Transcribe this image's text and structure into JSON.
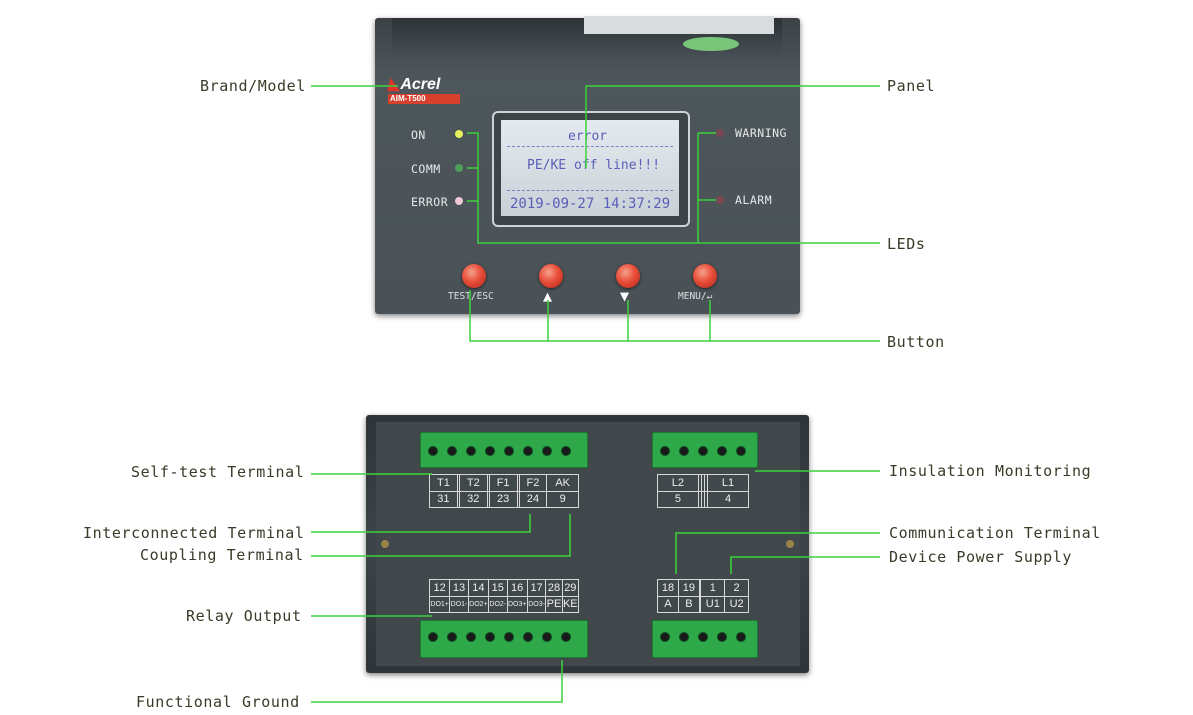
{
  "callouts": {
    "brand_model": "Brand/Model",
    "panel": "Panel",
    "leds": "LEDs",
    "button": "Button",
    "self_test": "Self-test Terminal",
    "interconnected": "Interconnected Terminal",
    "coupling": "Coupling Terminal",
    "relay_output": "Relay Output",
    "functional_ground": "Functional Ground",
    "insulation": "Insulation Monitoring",
    "communication": "Communication Terminal",
    "device_power": "Device Power Supply"
  },
  "device": {
    "brand": "Acrel",
    "model": "AIM-T500"
  },
  "leds": {
    "on": "ON",
    "comm": "COMM",
    "error": "ERROR",
    "warning": "WARNING",
    "alarm": "ALARM"
  },
  "lcd": {
    "title": "error",
    "message": "PE/KE off line!!!",
    "datetime": "2019-09-27  14:37:29"
  },
  "buttons": {
    "test": "TEST/ESC",
    "up": "▲",
    "down": "▼",
    "menu": "MENU/↵"
  },
  "terminals": {
    "top_left": {
      "row1": [
        "T1",
        "",
        "T2",
        "",
        "F1",
        "",
        "F2",
        "AK"
      ],
      "row2": [
        "31",
        "",
        "32",
        "",
        "23",
        "",
        "24",
        "9"
      ]
    },
    "top_right": {
      "row1": [
        "L2",
        "",
        "",
        "",
        "L1"
      ],
      "row2": [
        "5",
        "",
        "",
        "",
        "4"
      ]
    },
    "bottom_left": {
      "row1": [
        "12",
        "13",
        "14",
        "15",
        "16",
        "17",
        "28",
        "29"
      ],
      "row2": [
        "DO1+",
        "DO1-",
        "DO2+",
        "DO2-",
        "DO3+",
        "DO3-",
        "PE",
        "KE"
      ]
    },
    "bottom_right": {
      "row1": [
        "18",
        "19",
        "",
        "1",
        "2"
      ],
      "row2": [
        "A",
        "B",
        "",
        "U1",
        "U2"
      ]
    }
  },
  "colors": {
    "line": "#3cd23c",
    "panel": "#4a5257",
    "lcd_bg": "#d6dde3",
    "button": "#e84e3a"
  }
}
